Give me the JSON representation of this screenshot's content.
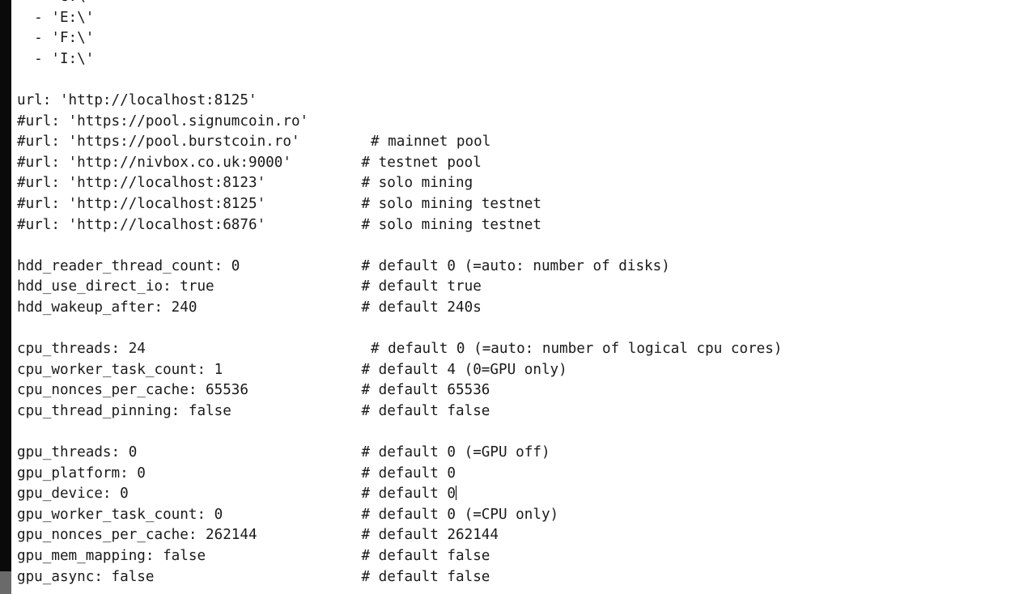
{
  "editor": {
    "lines": [
      {
        "code": "  - 'G:\\'",
        "comment": ""
      },
      {
        "code": "  - 'E:\\'",
        "comment": ""
      },
      {
        "code": "  - 'F:\\'",
        "comment": ""
      },
      {
        "code": "  - 'I:\\'",
        "comment": ""
      },
      {
        "code": "",
        "comment": ""
      },
      {
        "code": "url: 'http://localhost:8125'",
        "comment": ""
      },
      {
        "code": "#url: 'https://pool.signumcoin.ro'",
        "comment": ""
      },
      {
        "code": "#url: 'https://pool.burstcoin.ro'",
        "comment": "# mainnet pool",
        "col": 38
      },
      {
        "code": "#url: 'http://nivbox.co.uk:9000'",
        "comment": "# testnet pool"
      },
      {
        "code": "#url: 'http://localhost:8123'",
        "comment": "# solo mining"
      },
      {
        "code": "#url: 'http://localhost:8125'",
        "comment": "# solo mining testnet"
      },
      {
        "code": "#url: 'http://localhost:6876'",
        "comment": "# solo mining testnet"
      },
      {
        "code": "",
        "comment": ""
      },
      {
        "code": "hdd_reader_thread_count: 0",
        "comment": "# default 0 (=auto: number of disks)"
      },
      {
        "code": "hdd_use_direct_io: true",
        "comment": "# default true"
      },
      {
        "code": "hdd_wakeup_after: 240",
        "comment": "# default 240s"
      },
      {
        "code": "",
        "comment": ""
      },
      {
        "code": "cpu_threads: 24",
        "comment": "# default 0 (=auto: number of logical cpu cores)",
        "col": 38
      },
      {
        "code": "cpu_worker_task_count: 1",
        "comment": "# default 4 (0=GPU only)"
      },
      {
        "code": "cpu_nonces_per_cache: 65536",
        "comment": "# default 65536"
      },
      {
        "code": "cpu_thread_pinning: false",
        "comment": "# default false"
      },
      {
        "code": "",
        "comment": ""
      },
      {
        "code": "gpu_threads: 0",
        "comment": "# default 0 (=GPU off)"
      },
      {
        "code": "gpu_platform: 0",
        "comment": "# default 0"
      },
      {
        "code": "gpu_device: 0",
        "comment": "# default 0",
        "caret": true
      },
      {
        "code": "gpu_worker_task_count: 0",
        "comment": "# default 0 (=CPU only)"
      },
      {
        "code": "gpu_nonces_per_cache: 262144",
        "comment": "# default 262144"
      },
      {
        "code": "gpu_mem_mapping: false",
        "comment": "# default false"
      },
      {
        "code": "gpu_async: false",
        "comment": "# default false"
      }
    ]
  }
}
